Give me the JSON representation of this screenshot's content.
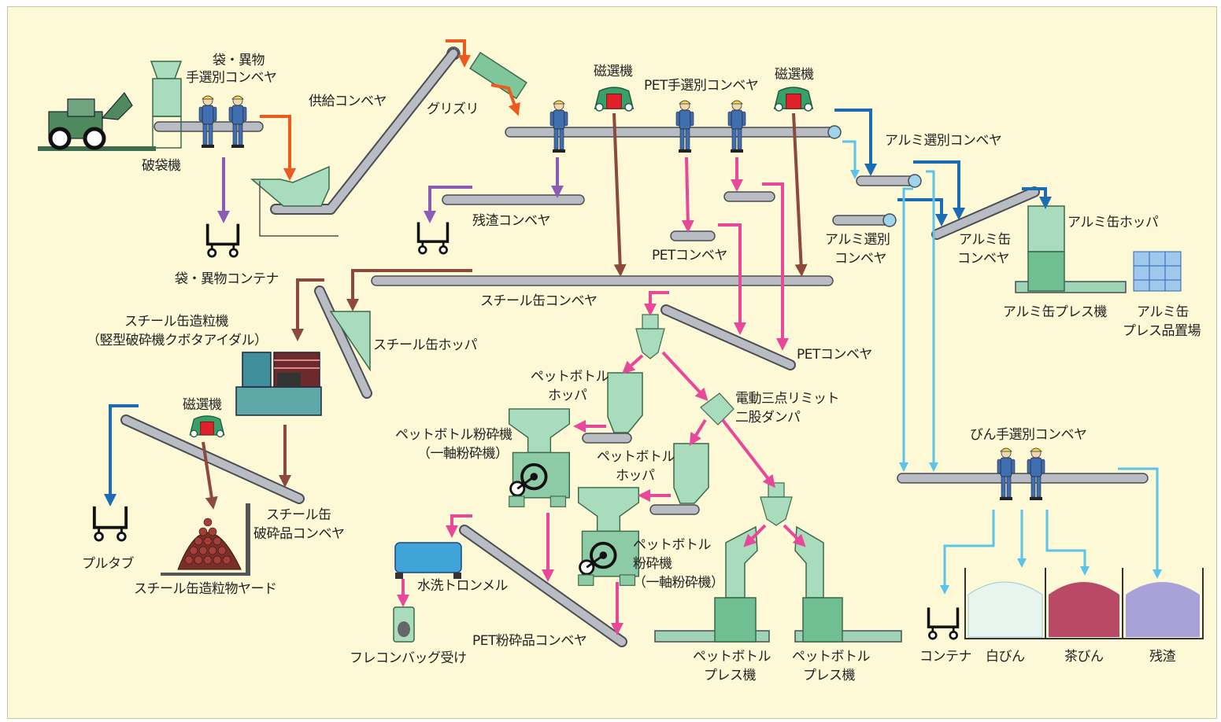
{
  "colors": {
    "background": "#fdf9d6",
    "machine_green": "#a8dcbc",
    "machine_dark_green": "#6fbf93",
    "arrow_orange": "#ee5a1e",
    "arrow_purple": "#8a5cb5",
    "arrow_brown": "#8b4a3c",
    "arrow_pink": "#e8489a",
    "arrow_blue": "#1a6db4",
    "arrow_light_blue": "#5cc4e8",
    "conveyor_gray": "#b9bcc2",
    "worker_blue": "#3f6fb0",
    "magnet_red": "#e0202a",
    "bin_white": "#e8f4ee",
    "bin_brown": "#b84a66",
    "bin_residue": "#a9a2d8"
  },
  "labels": {
    "bag_hand_sort_1": "袋・異物",
    "bag_hand_sort_2": "手選別コンベヤ",
    "bag_breaker": "破袋機",
    "feed_conveyor": "供給コンベヤ",
    "grizzly": "グリズリ",
    "magnet_1": "磁選機",
    "pet_hand_sort": "PET手選別コンベヤ",
    "magnet_2": "磁選機",
    "alu_sort_conveyor_top": "アルミ選別コンベヤ",
    "residue_conveyor": "残渣コンベヤ",
    "alu_sort_conveyor_1": "アルミ選別",
    "alu_sort_conveyor_2": "コンベヤ",
    "alu_can_conveyor_1": "アルミ缶",
    "alu_can_conveyor_2": "コンベヤ",
    "alu_can_hopper": "アルミ缶ホッパ",
    "pet_conveyor_1": "PETコンベヤ",
    "bag_container": "袋・異物コンテナ",
    "steel_can_conveyor": "スチール缶コンベヤ",
    "alu_press": "アルミ缶プレス機",
    "alu_press_yard_1": "アルミ缶",
    "alu_press_yard_2": "プレス品置場",
    "steel_granulator_1": "スチール缶造粒機",
    "steel_granulator_2": "（竪型破砕機クボタアイダル）",
    "steel_can_hopper": "スチール缶ホッパ",
    "pet_conveyor_2": "PETコンベヤ",
    "pet_bottle_hopper_1a": "ペットボトル",
    "pet_bottle_hopper_1b": "ホッパ",
    "electric_damper_1": "電動三点リミット",
    "electric_damper_2": "二股ダンパ",
    "magnet_3": "磁選機",
    "pet_crusher_1a": "ペットボトル粉砕機",
    "pet_crusher_1b": "（一軸粉砕機）",
    "bin_sort_conveyor": "びん手選別コンベヤ",
    "pet_bottle_hopper_2a": "ペットボトル",
    "pet_bottle_hopper_2b": "ホッパ",
    "steel_crushed_conveyor_1": "スチール缶",
    "steel_crushed_conveyor_2": "破砕品コンベヤ",
    "pull_tab": "プルタブ",
    "pet_crusher_2a": "ペットボトル",
    "pet_crusher_2b": "粉砕機",
    "pet_crusher_2c": "（一軸粉砕機）",
    "wash_trommel": "水洗トロンメル",
    "steel_pellet_yard": "スチール缶造粒物ヤード",
    "pet_crushed_conveyor": "PET粉砕品コンベヤ",
    "flexible_container": "フレコンバッグ受け",
    "pet_press_1a": "ペットボトル",
    "pet_press_1b": "プレス機",
    "pet_press_2a": "ペットボトル",
    "pet_press_2b": "プレス機",
    "container": "コンテナ",
    "white_bottle": "白びん",
    "brown_bottle": "茶びん",
    "residue": "残渣"
  }
}
